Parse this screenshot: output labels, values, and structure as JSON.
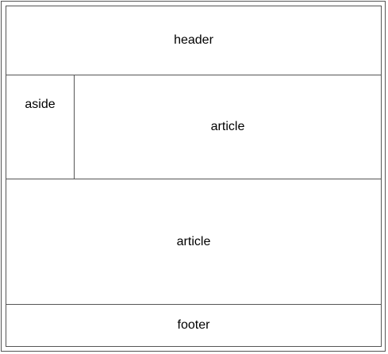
{
  "layout": {
    "header": {
      "label": "header"
    },
    "aside": {
      "label": "aside"
    },
    "article_top": {
      "label": "article"
    },
    "article_bottom": {
      "label": "article"
    },
    "footer": {
      "label": "footer"
    }
  },
  "colors": {
    "background": "#ffffff",
    "border": "#555555",
    "text": "#000000"
  }
}
